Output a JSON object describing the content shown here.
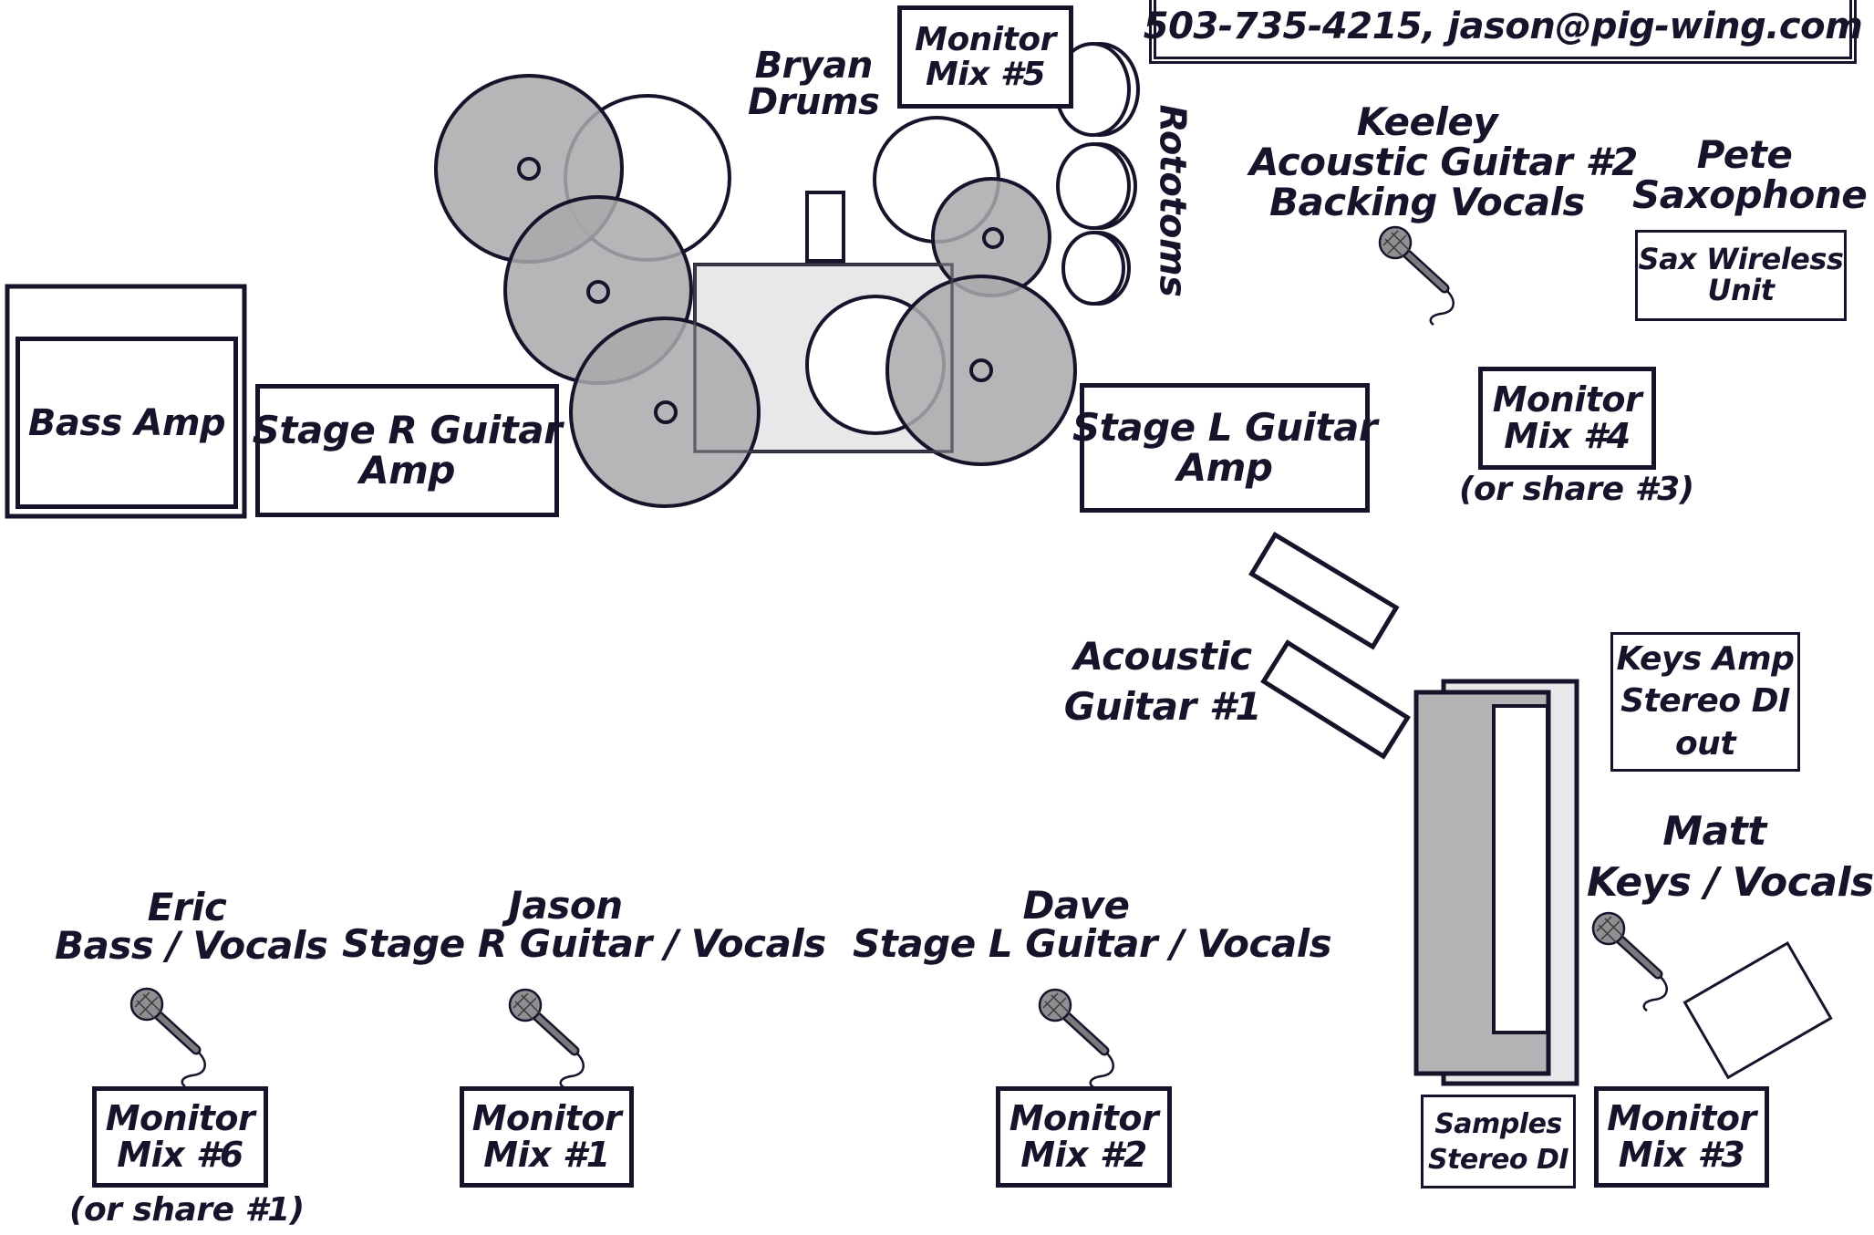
{
  "contact": "503-735-4215, jason@pig-wing.com",
  "drums": {
    "player_lines": [
      "Bryan",
      "Drums"
    ],
    "rototoms": "Rototoms"
  },
  "musicians": {
    "keeley": [
      "Keeley",
      "Acoustic Guitar #2",
      "Backing Vocals"
    ],
    "pete": [
      "Pete",
      "Saxophone"
    ],
    "acoustic_guitar": [
      "Acoustic",
      "Guitar #1"
    ],
    "matt": [
      "Matt",
      "Keys / Vocals"
    ],
    "eric": [
      "Eric",
      "Bass / Vocals"
    ],
    "jason": [
      "Jason",
      "Stage R Guitar / Vocals"
    ],
    "dave": [
      "Dave",
      "Stage L Guitar / Vocals"
    ]
  },
  "equipment": {
    "bass_amp": "Bass Amp",
    "stage_r_amp": [
      "Stage R Guitar",
      "Amp"
    ],
    "stage_l_amp": [
      "Stage L Guitar",
      "Amp"
    ],
    "sax_wireless": [
      "Sax Wireless",
      "Unit"
    ],
    "keys_amp": [
      "Keys Amp",
      "Stereo DI",
      "out"
    ],
    "samples": [
      "Samples",
      "Stereo DI"
    ]
  },
  "monitors": {
    "mix1": [
      "Monitor",
      "Mix #1"
    ],
    "mix2": [
      "Monitor",
      "Mix #2"
    ],
    "mix3": [
      "Monitor",
      "Mix #3"
    ],
    "mix4": [
      "Monitor",
      "Mix #4"
    ],
    "mix4_note": "(or share #3)",
    "mix5": [
      "Monitor",
      "Mix #5"
    ],
    "mix6": [
      "Monitor",
      "Mix #6"
    ],
    "mix6_note": "(or share #1)"
  },
  "colors": {
    "ink": "#15142b",
    "drum_fill": "#a9a9ab",
    "riser_fill": "#e8e8ea",
    "keys_fill": "#b4b4b6",
    "paper": "#ffffff"
  },
  "icons": [
    "microphone-icon"
  ]
}
